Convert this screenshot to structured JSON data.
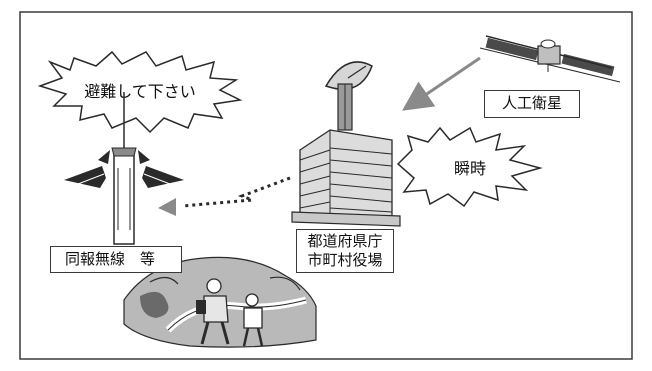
{
  "diagram": {
    "alert_burst": {
      "text": "避難して下さい"
    },
    "instant_burst": {
      "text": "瞬時"
    },
    "satellite_label": {
      "text": "人工衛星"
    },
    "government_label": {
      "line1": "都道府県庁",
      "line2": "市町村役場"
    },
    "broadcast_label": {
      "text": "同報無線　等"
    }
  },
  "colors": {
    "border": "#3a3a3a",
    "arrow": "#8a8a8a",
    "building": "#dcdcdc",
    "satellite_panel": "#4a4a4a",
    "hill": "#b9b9b9"
  },
  "icons": {
    "satellite": "satellite-icon",
    "dish": "satellite-dish-icon",
    "building": "government-building-icon",
    "mast": "radio-mast-icon",
    "people": "evacuating-people-icon"
  }
}
